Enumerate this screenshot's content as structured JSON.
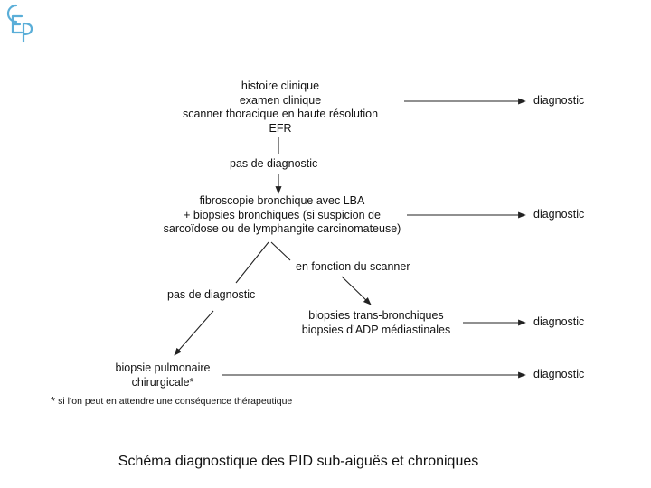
{
  "logo": {
    "alt_letters": "CEP",
    "color": "#5aaed8"
  },
  "nodes": {
    "initial_workup": [
      "histoire clinique",
      "examen clinique",
      "scanner thoracique en haute résolution",
      "EFR"
    ],
    "no_diag_1": "pas de diagnostic",
    "fibroscopy": [
      "fibroscopie bronchique avec LBA",
      "+ biopsies bronchiques (si suspicion de",
      "sarcoïdose ou de lymphangite carcinomateuse)"
    ],
    "depending_scanner": "en fonction du scanner",
    "no_diag_2": "pas de diagnostic",
    "transbronchial": [
      "biopsies trans-bronchiques",
      "biopsies d’ADP médiastinales"
    ],
    "surgical_biopsy": [
      "biopsie pulmonaire",
      "chirurgicale*"
    ]
  },
  "outcomes": [
    "diagnostic",
    "diagnostic",
    "diagnostic",
    "diagnostic"
  ],
  "footnote": {
    "marker": "*",
    "text": "si l’on peut en attendre une conséquence thérapeutique"
  },
  "caption": "Schéma diagnostique des PID sub-aiguës et chroniques",
  "colors": {
    "line": "#222222",
    "text": "#111111"
  }
}
